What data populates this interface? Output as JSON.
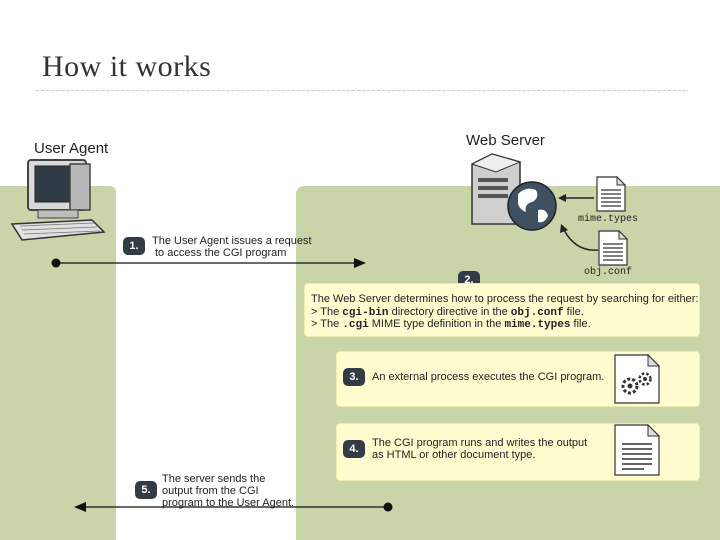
{
  "slide": {
    "title": "How it works"
  },
  "headers": {
    "user_agent": "User Agent",
    "web_server": "Web Server"
  },
  "files": {
    "mime": "mime.types",
    "obj": "obj.conf"
  },
  "steps": {
    "s1": {
      "num": "1.",
      "line1": "The User Agent issues a request",
      "line2": "to access the CGI program"
    },
    "s2": {
      "num": "2.",
      "line1": "The Web Server determines how to process the request by searching for either:",
      "b1_pre": "> The ",
      "b1_code": "cgi-bin",
      "b1_mid": " directory directive in the ",
      "b1_code2": "obj.conf",
      "b1_post": " file.",
      "b2_pre": "> The ",
      "b2_code": ".cgi",
      "b2_mid": " MIME type definition in the ",
      "b2_code2": "mime.types",
      "b2_post": " file."
    },
    "s3": {
      "num": "3.",
      "text": "An external process executes the CGI program."
    },
    "s4": {
      "num": "4.",
      "line1": "The CGI program runs and writes the output",
      "line2": "as HTML or other document type."
    },
    "s5": {
      "num": "5.",
      "line1": "The server sends the",
      "line2": "output from the CGI",
      "line3": "program to the User Agent."
    }
  }
}
